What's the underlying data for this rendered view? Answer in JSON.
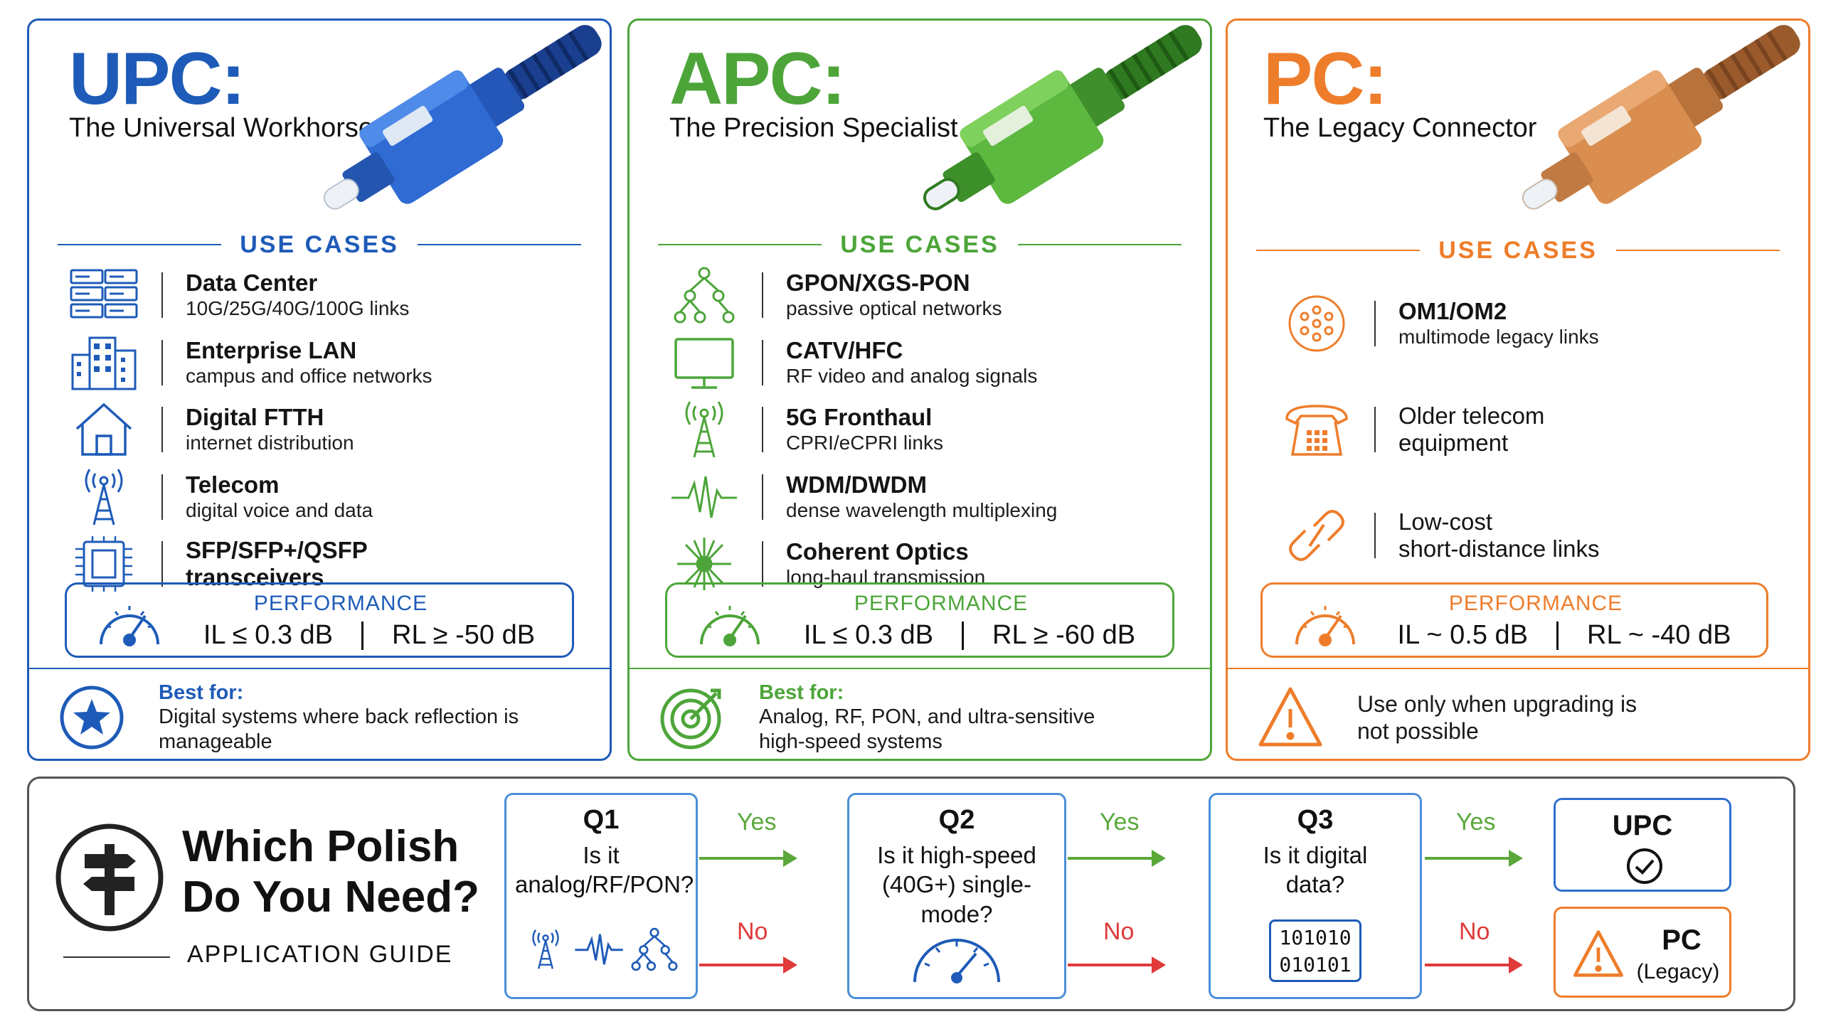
{
  "colors": {
    "upc": "#1e5bb8",
    "apc": "#4da53a",
    "pc": "#ee7d2b",
    "yes": "#5aa83a",
    "no": "#e03a3a",
    "flow_border": "#4a8fd8"
  },
  "cards": [
    {
      "id": "upc",
      "title": "UPC:",
      "subtitle": "The Universal Workhorse",
      "use_cases_label": "USE CASES",
      "use_cases": [
        {
          "icon": "server-rack-icon",
          "title": "Data Center",
          "desc": "10G/25G/40G/100G links"
        },
        {
          "icon": "building-icon",
          "title": "Enterprise LAN",
          "desc": "campus and office networks"
        },
        {
          "icon": "house-icon",
          "title": "Digital FTTH",
          "desc": "internet distribution"
        },
        {
          "icon": "cell-tower-icon",
          "title": "Telecom",
          "desc": "digital voice and data"
        },
        {
          "icon": "chip-icon",
          "title": "SFP/SFP+/QSFP",
          "desc": "transceivers"
        }
      ],
      "performance_label": "PERFORMANCE",
      "il": "IL ≤ 0.3 dB",
      "rl": "RL ≥ -50 dB",
      "best_for_label": "Best for:",
      "best_for_text": "Digital systems where back reflection is manageable",
      "best_icon": "star-icon"
    },
    {
      "id": "apc",
      "title": "APC:",
      "subtitle": "The Precision Specialist",
      "use_cases_label": "USE CASES",
      "use_cases": [
        {
          "icon": "network-tree-icon",
          "title": "GPON/XGS-PON",
          "desc": "passive optical networks"
        },
        {
          "icon": "monitor-icon",
          "title": "CATV/HFC",
          "desc": "RF video and analog signals"
        },
        {
          "icon": "cell-tower-icon",
          "title": "5G Fronthaul",
          "desc": "CPRI/eCPRI links"
        },
        {
          "icon": "waveform-icon",
          "title": "WDM/DWDM",
          "desc": "dense wavelength multiplexing"
        },
        {
          "icon": "laser-burst-icon",
          "title": "Coherent Optics",
          "desc": "long-haul transmission"
        }
      ],
      "performance_label": "PERFORMANCE",
      "il": "IL ≤ 0.3 dB",
      "rl": "RL ≥ -60 dB",
      "best_for_label": "Best for:",
      "best_for_text": "Analog, RF, PON, and ultra-sensitive high-speed systems",
      "best_icon": "target-icon"
    },
    {
      "id": "pc",
      "title": "PC:",
      "subtitle": "The Legacy Connector",
      "use_cases_label": "USE CASES",
      "use_cases": [
        {
          "icon": "fiber-bundle-icon",
          "title": "OM1/OM2",
          "desc": "multimode legacy links"
        },
        {
          "icon": "telephone-icon",
          "title": "Older telecom",
          "desc": "equipment"
        },
        {
          "icon": "chain-link-icon",
          "title": "Low-cost",
          "desc": "short-distance links"
        }
      ],
      "performance_label": "PERFORMANCE",
      "il": "IL ~ 0.5 dB",
      "rl": "RL ~ -40 dB",
      "best_for_label": "",
      "best_for_text": "Use only when upgrading is not possible",
      "best_icon": "warning-icon"
    }
  ],
  "guide": {
    "title": "Which Polish Do You Need?",
    "subtitle": "APPLICATION GUIDE",
    "icon": "signpost-icon",
    "questions": [
      {
        "id": "Q1",
        "text": "Is it analog/RF/PON?"
      },
      {
        "id": "Q2",
        "text": "Is it high-speed (40G+) single-mode?"
      },
      {
        "id": "Q3",
        "text": "Is it digital data?"
      }
    ],
    "yes_label": "Yes",
    "no_label": "No",
    "binary_line1": "101010",
    "binary_line2": "010101",
    "results": [
      {
        "id": "upc",
        "label": "UPC",
        "icon": "check-circle-icon"
      },
      {
        "id": "pc",
        "label": "PC",
        "note": "(Legacy)",
        "icon": "warning-icon"
      }
    ]
  }
}
